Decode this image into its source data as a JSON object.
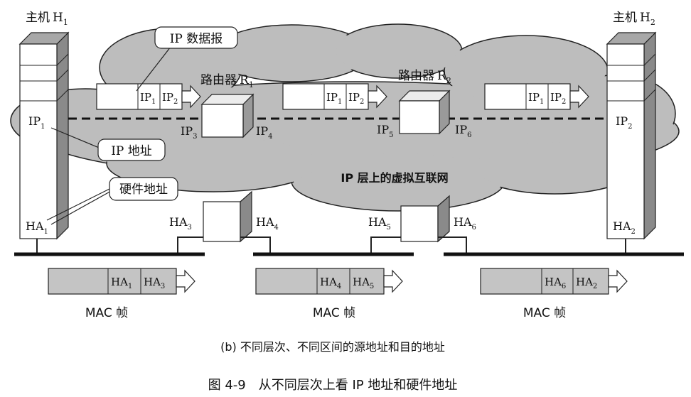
{
  "hosts": {
    "h1": {
      "title": "主机",
      "letter": "H",
      "sub": "1",
      "ip": "IP",
      "ip_sub": "1",
      "ha": "HA",
      "ha_sub": "1"
    },
    "h2": {
      "title": "主机",
      "letter": "H",
      "sub": "2",
      "ip": "IP",
      "ip_sub": "2",
      "ha": "HA",
      "ha_sub": "2"
    }
  },
  "routers": {
    "r1": {
      "title": "路由器",
      "letter": "R",
      "sub": "1",
      "ip_left": "IP",
      "ip_left_sub": "3",
      "ip_right": "IP",
      "ip_right_sub": "4",
      "ha_left": "HA",
      "ha_left_sub": "3",
      "ha_right": "HA",
      "ha_right_sub": "4"
    },
    "r2": {
      "title": "路由器",
      "letter": "R",
      "sub": "2",
      "ip_left": "IP",
      "ip_left_sub": "5",
      "ip_right": "IP",
      "ip_right_sub": "6",
      "ha_left": "HA",
      "ha_left_sub": "5",
      "ha_right": "HA",
      "ha_right_sub": "6"
    }
  },
  "callouts": {
    "ip_datagram": "IP 数据报",
    "ip_address": "IP 地址",
    "hw_address": "硬件地址"
  },
  "virtual_net_label": "IP 层上的虚拟互联网",
  "datagrams": [
    {
      "src": "IP",
      "src_sub": "1",
      "dst": "IP",
      "dst_sub": "2"
    },
    {
      "src": "IP",
      "src_sub": "1",
      "dst": "IP",
      "dst_sub": "2"
    },
    {
      "src": "IP",
      "src_sub": "1",
      "dst": "IP",
      "dst_sub": "2"
    }
  ],
  "frames": [
    {
      "src": "HA",
      "src_sub": "1",
      "dst": "HA",
      "dst_sub": "3",
      "label": "MAC 帧"
    },
    {
      "src": "HA",
      "src_sub": "4",
      "dst": "HA",
      "dst_sub": "5",
      "label": "MAC 帧"
    },
    {
      "src": "HA",
      "src_sub": "6",
      "dst": "HA",
      "dst_sub": "2",
      "label": "MAC 帧"
    }
  ],
  "subcaption": "(b) 不同层次、不同区间的源地址和目的地址",
  "caption": "图 4-9　从不同层次上看 IP 地址和硬件地址",
  "colors": {
    "cloud": "#bdbdbd",
    "frame": "#c4c4c4",
    "side": "#8a8a8a",
    "top": "#a8a8a8"
  }
}
